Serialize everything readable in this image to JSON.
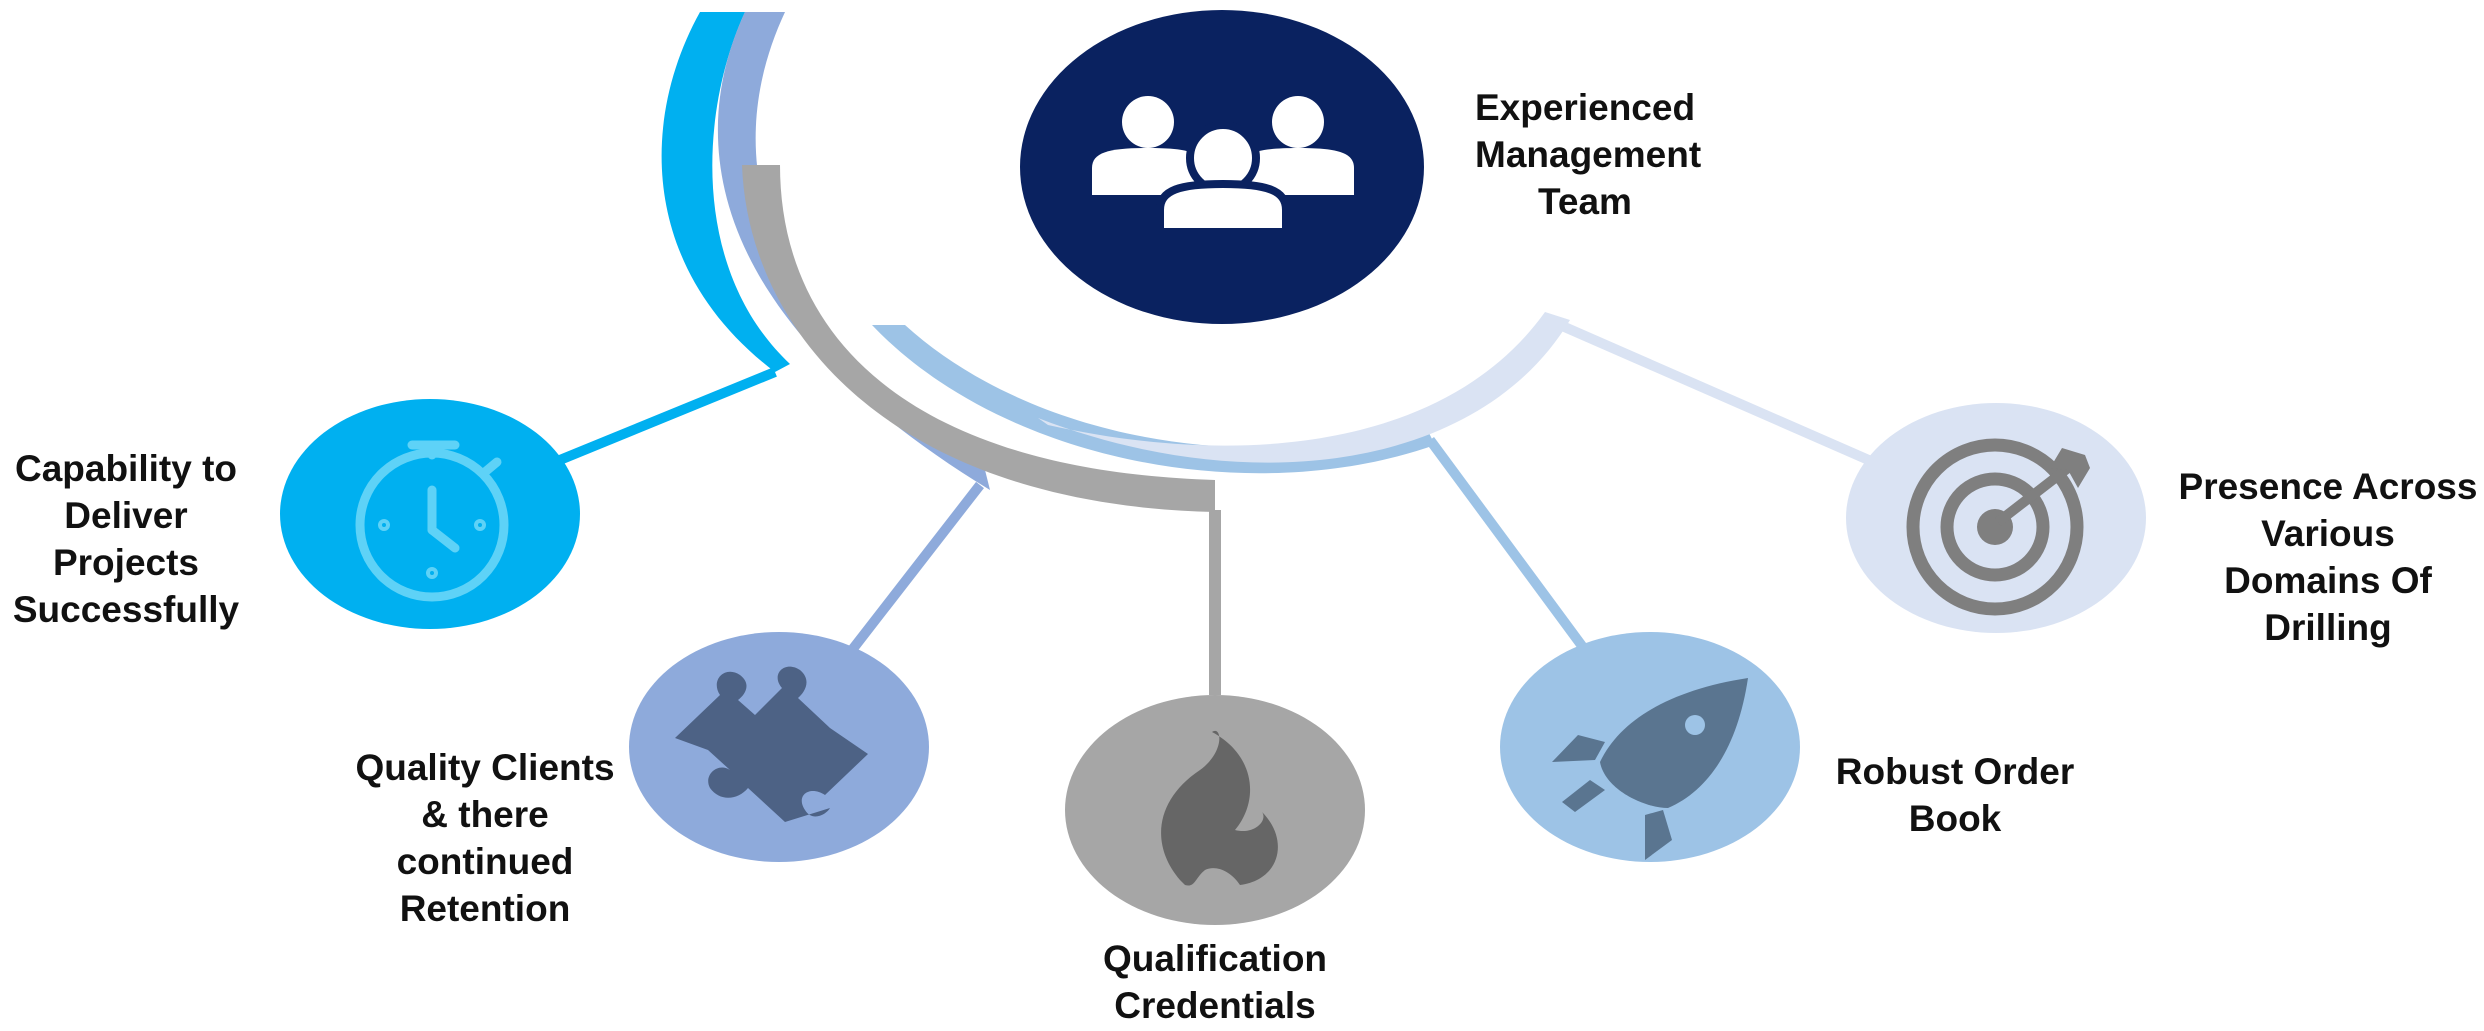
{
  "diagram": {
    "hub": {
      "title_lines": [
        "Experienced",
        "Management",
        "Team"
      ],
      "icon": "people-group-icon",
      "color": "#0a2260",
      "icon_color": "#ffffff"
    },
    "nodes": [
      {
        "id": "capability",
        "title_lines": [
          "Capability to",
          "Deliver",
          "Projects",
          "Successfully"
        ],
        "icon": "stopwatch-icon",
        "color": "#00b0f0",
        "icon_color": "#5ed2f7"
      },
      {
        "id": "quality-clients",
        "title_lines": [
          "Quality Clients",
          "&  there",
          "continued",
          "Retention"
        ],
        "icon": "puzzle-piece-icon",
        "color": "#8eaadb",
        "icon_color": "#4d6285"
      },
      {
        "id": "qualification",
        "title_lines": [
          "Qualification",
          "Credentials"
        ],
        "icon": "flame-icon",
        "color": "#a6a6a6",
        "icon_color": "#666666"
      },
      {
        "id": "order-book",
        "title_lines": [
          "Robust Order",
          "Book"
        ],
        "icon": "rocket-icon",
        "color": "#9dc3e6",
        "icon_color": "#5a7590"
      },
      {
        "id": "presence",
        "title_lines": [
          "Presence Across",
          "Various",
          "Domains  Of",
          "Drilling"
        ],
        "icon": "target-arrow-icon",
        "color": "#dae3f3",
        "icon_color": "#7f7f7f"
      }
    ]
  }
}
